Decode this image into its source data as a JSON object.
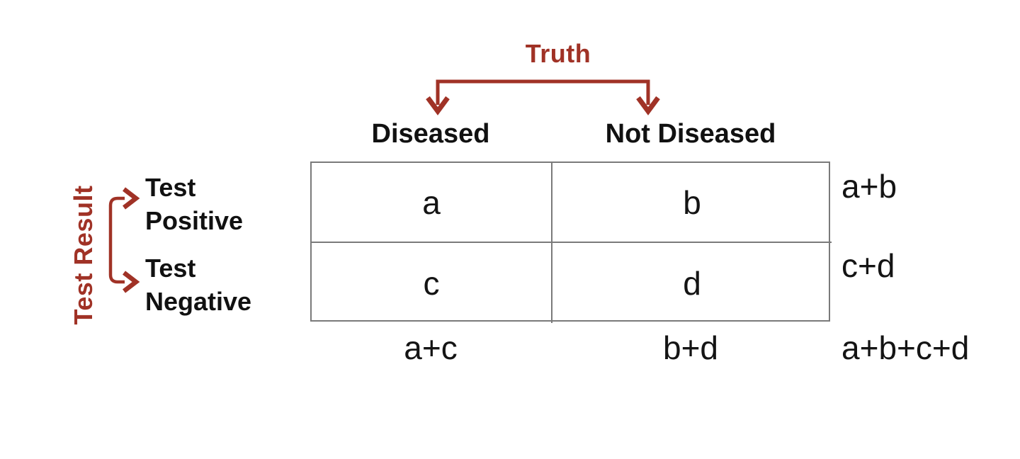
{
  "diagram": {
    "title_top": "Truth",
    "title_left": "Test Result"
  },
  "top_axis": {
    "columns": [
      "Diseased",
      "Not Diseased"
    ]
  },
  "left_axis": {
    "rows": [
      {
        "line1": "Test",
        "line2": "Positive"
      },
      {
        "line1": "Test",
        "line2": "Negative"
      }
    ]
  },
  "matrix": {
    "cells": [
      [
        "a",
        "b"
      ],
      [
        "c",
        "d"
      ]
    ]
  },
  "margins": {
    "row_totals": [
      "a+b",
      "c+d"
    ],
    "col_totals": [
      "a+c",
      "b+d"
    ],
    "grand_total": "a+b+c+d"
  },
  "palette": {
    "accent_red": "#A03226",
    "text_black": "#111111",
    "border_gray": "#7a7a7a",
    "background": "#ffffff"
  }
}
